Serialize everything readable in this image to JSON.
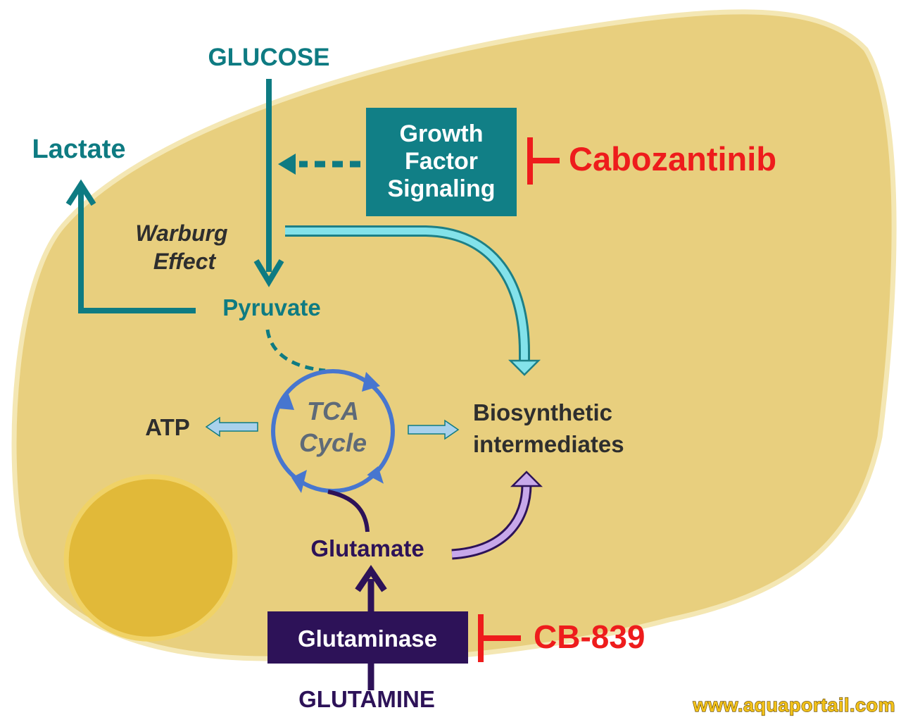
{
  "labels": {
    "glucose": "GLUCOSE",
    "lactate": "Lactate",
    "warburg_line1": "Warburg",
    "warburg_line2": "Effect",
    "pyruvate": "Pyruvate",
    "growth_factor_line1": "Growth",
    "growth_factor_line2": "Factor",
    "growth_factor_line3": "Signaling",
    "cabozantinib": "Cabozantinib",
    "atp": "ATP",
    "tca_line1": "TCA",
    "tca_line2": "Cycle",
    "biosynthetic_line1": "Biosynthetic",
    "biosynthetic_line2": "intermediates",
    "glutamate": "Glutamate",
    "glutaminase": "Glutaminase",
    "cb839": "CB-839",
    "glutamine": "GLUTAMINE"
  },
  "watermark": "www.aquaportail.com",
  "colors": {
    "cell_fill": "#e8cf7e",
    "cell_border": "#f4e7b4",
    "nucleus": "#e1b939",
    "teal": "#0e7b82",
    "teal_box": "#117f86",
    "cyan_arrow": "#83e2ea",
    "tca_blue": "#4776cf",
    "light_blue_arrow": "#a9d1ec",
    "purple_dark": "#2d1258",
    "lavender_arrow": "#c7a8ea",
    "inhibitor_red": "#ee1c1c"
  },
  "icons": {
    "inhibitor": "t-bar-inhibitor-icon",
    "arrow": "arrowhead-icon"
  }
}
